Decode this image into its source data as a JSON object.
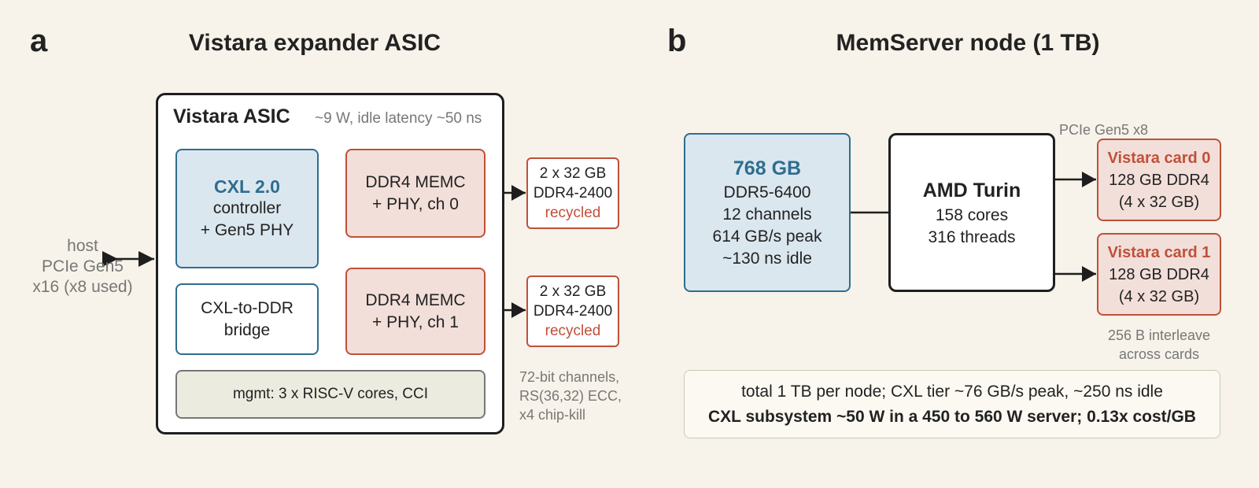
{
  "panel_a": {
    "letter": "a",
    "title": "Vistara expander ASIC",
    "asic": {
      "title": "Vistara ASIC",
      "spec": "~9 W, idle latency ~50 ns"
    },
    "cxl": {
      "line1": "CXL 2.0",
      "line2": "controller",
      "line3": "+ Gen5 PHY"
    },
    "bridge": {
      "line1": "CXL-to-DDR",
      "line2": "bridge"
    },
    "memc0": {
      "line1": "DDR4 MEMC",
      "line2": "+ PHY, ch 0"
    },
    "memc1": {
      "line1": "DDR4 MEMC",
      "line2": "+ PHY, ch 1"
    },
    "mgmt": "mgmt: 3 x RISC-V cores, CCI",
    "dimm0": {
      "line1": "2 x 32 GB",
      "line2": "DDR4-2400",
      "line3": "recycled"
    },
    "dimm1": {
      "line1": "2 x 32 GB",
      "line2": "DDR4-2400",
      "line3": "recycled"
    },
    "host": {
      "line1": "host",
      "line2": "PCIe Gen5",
      "line3": "x16 (x8 used)"
    },
    "ecc_note": {
      "line1": "72-bit channels,",
      "line2": "RS(36,32) ECC,",
      "line3": "x4 chip-kill"
    }
  },
  "panel_b": {
    "letter": "b",
    "title": "MemServer node (1 TB)",
    "dram": {
      "line1": "768 GB",
      "line2": "DDR5-6400",
      "line3": "12 channels",
      "line4": "614 GB/s peak",
      "line5": "~130 ns idle"
    },
    "cpu": {
      "line1": "AMD Turin",
      "line2": "158 cores",
      "line3": "316 threads"
    },
    "link_label": "PCIe Gen5 x8",
    "card0": {
      "line1": "Vistara card 0",
      "line2": "128 GB DDR4",
      "line3": "(4 x 32 GB)"
    },
    "card1": {
      "line1": "Vistara card 1",
      "line2": "128 GB DDR4",
      "line3": "(4 x 32 GB)"
    },
    "interleave": {
      "line1": "256 B interleave",
      "line2": "across cards"
    },
    "summary": {
      "line1": "total 1 TB per node; CXL tier ~76 GB/s peak, ~250 ns idle",
      "line2": "CXL subsystem ~50 W in a 450 to 560 W server; 0.13x cost/GB"
    }
  },
  "colors": {
    "background": "#f7f3ea",
    "blue": "#2f6d8f",
    "red": "#c0503a",
    "ink": "#1e1e1e"
  }
}
